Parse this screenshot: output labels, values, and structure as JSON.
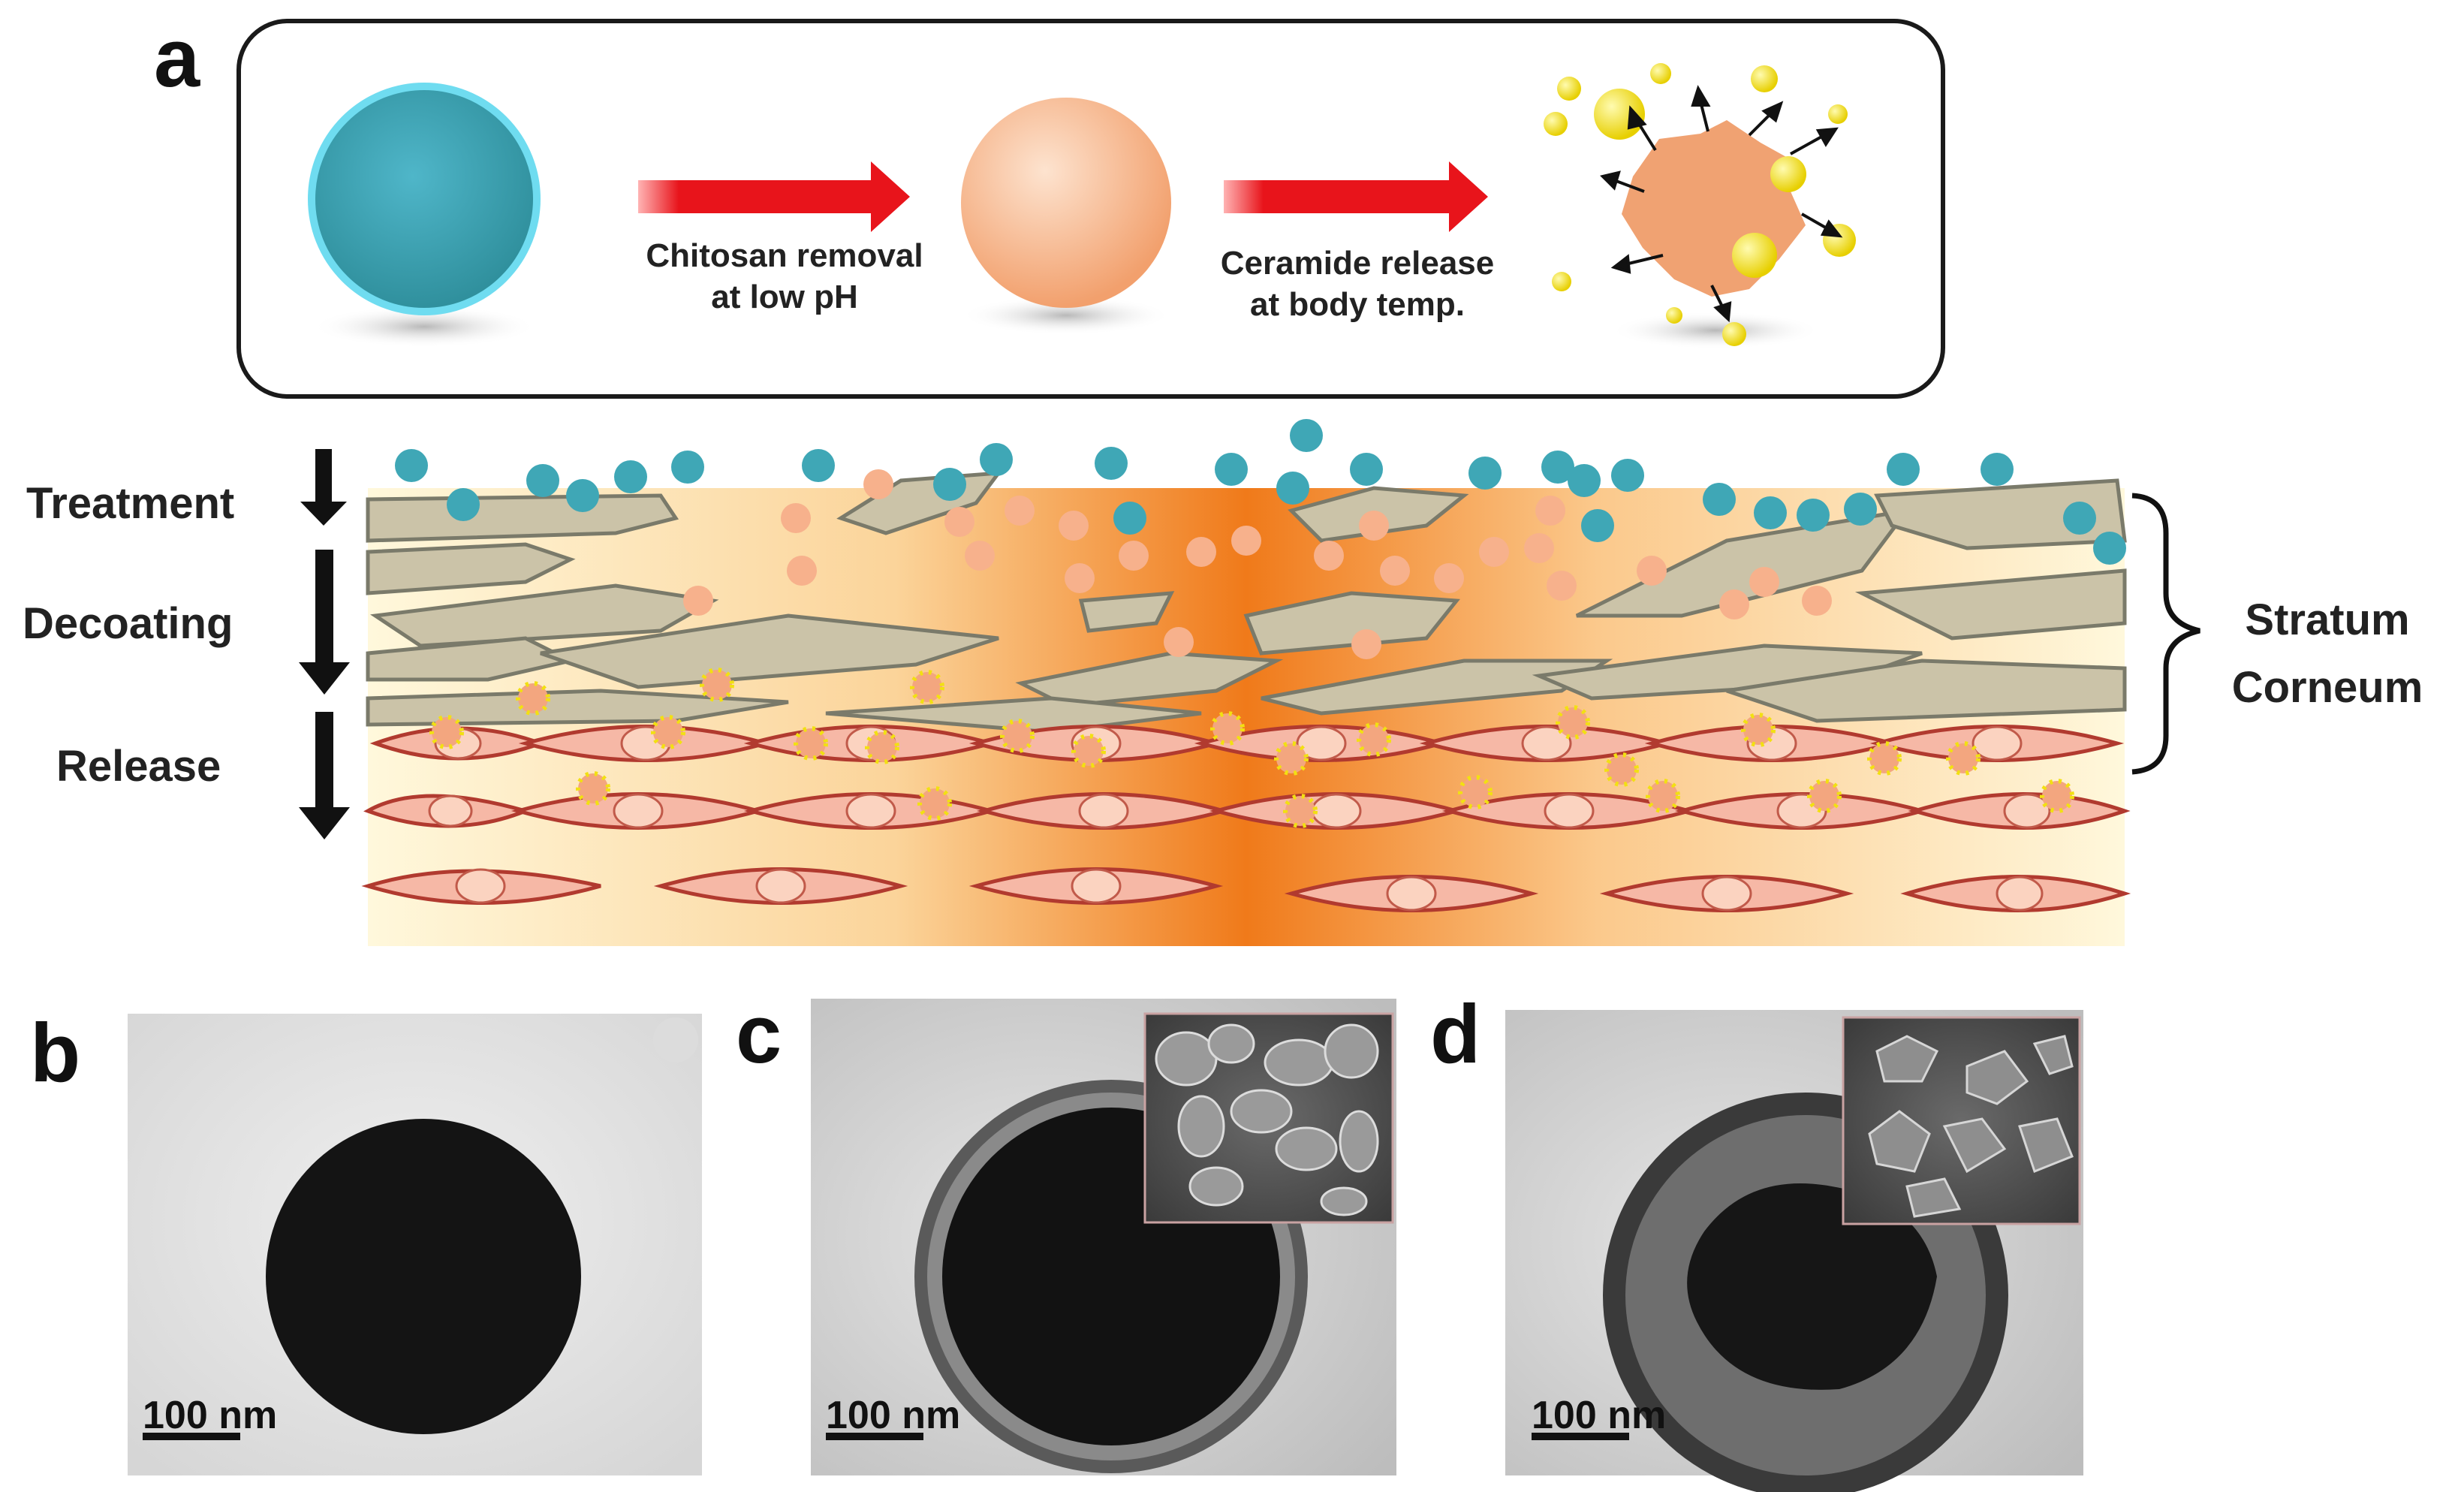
{
  "panel_a": {
    "letter": "a",
    "step1_label_line1": "Chitosan removal",
    "step1_label_line2": "at low pH",
    "step2_label_line1": "Ceramide release",
    "step2_label_line2": "at body temp.",
    "stage_treatment": "Treatment",
    "stage_decoating": "Decoating",
    "stage_release": "Release",
    "bracket_label_line1": "Stratum",
    "bracket_label_line2": "Corneum"
  },
  "panel_b": {
    "letter": "b",
    "scale_label": "100 nm"
  },
  "panel_c": {
    "letter": "c",
    "scale_label": "100 nm"
  },
  "panel_d": {
    "letter": "d",
    "scale_label": "100 nm"
  },
  "colors": {
    "chitosan_particle": "#39a9bf",
    "ceramide_particle": "#f5a67a",
    "arrow_red": "#e8141b",
    "ceramide_release_yellow": "#f2e012",
    "skin_cell_fill": "#f6b8a6",
    "skin_cell_border": "#b13a2f",
    "corneocyte_fill": "#cbc3a8"
  }
}
